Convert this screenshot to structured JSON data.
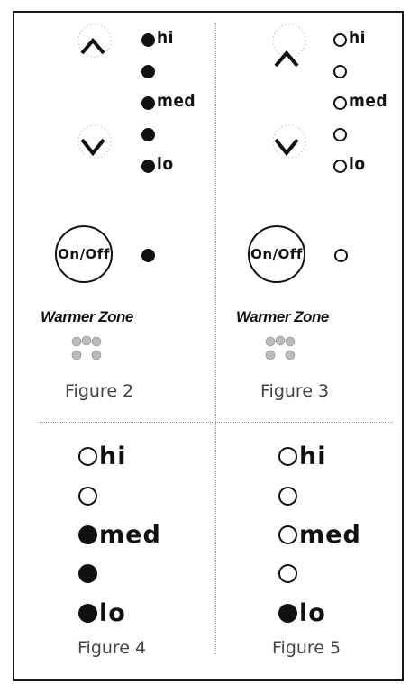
{
  "labels": {
    "hi": "hi",
    "med": "med",
    "lo": "lo",
    "on_off": "On/Off",
    "warmer_zone": "Warmer Zone"
  },
  "figures": {
    "fig2": {
      "caption": "Figure 2"
    },
    "fig3": {
      "caption": "Figure 3"
    },
    "fig4": {
      "caption": "Figure 4"
    },
    "fig5": {
      "caption": "Figure 5"
    }
  },
  "icons": {
    "up": "up-arrow-icon",
    "down": "down-arrow-icon",
    "zone": "warmer-zone-icon"
  },
  "colors": {
    "ink": "#111111",
    "caption": "#444444",
    "divider": "#9a9a9a"
  }
}
